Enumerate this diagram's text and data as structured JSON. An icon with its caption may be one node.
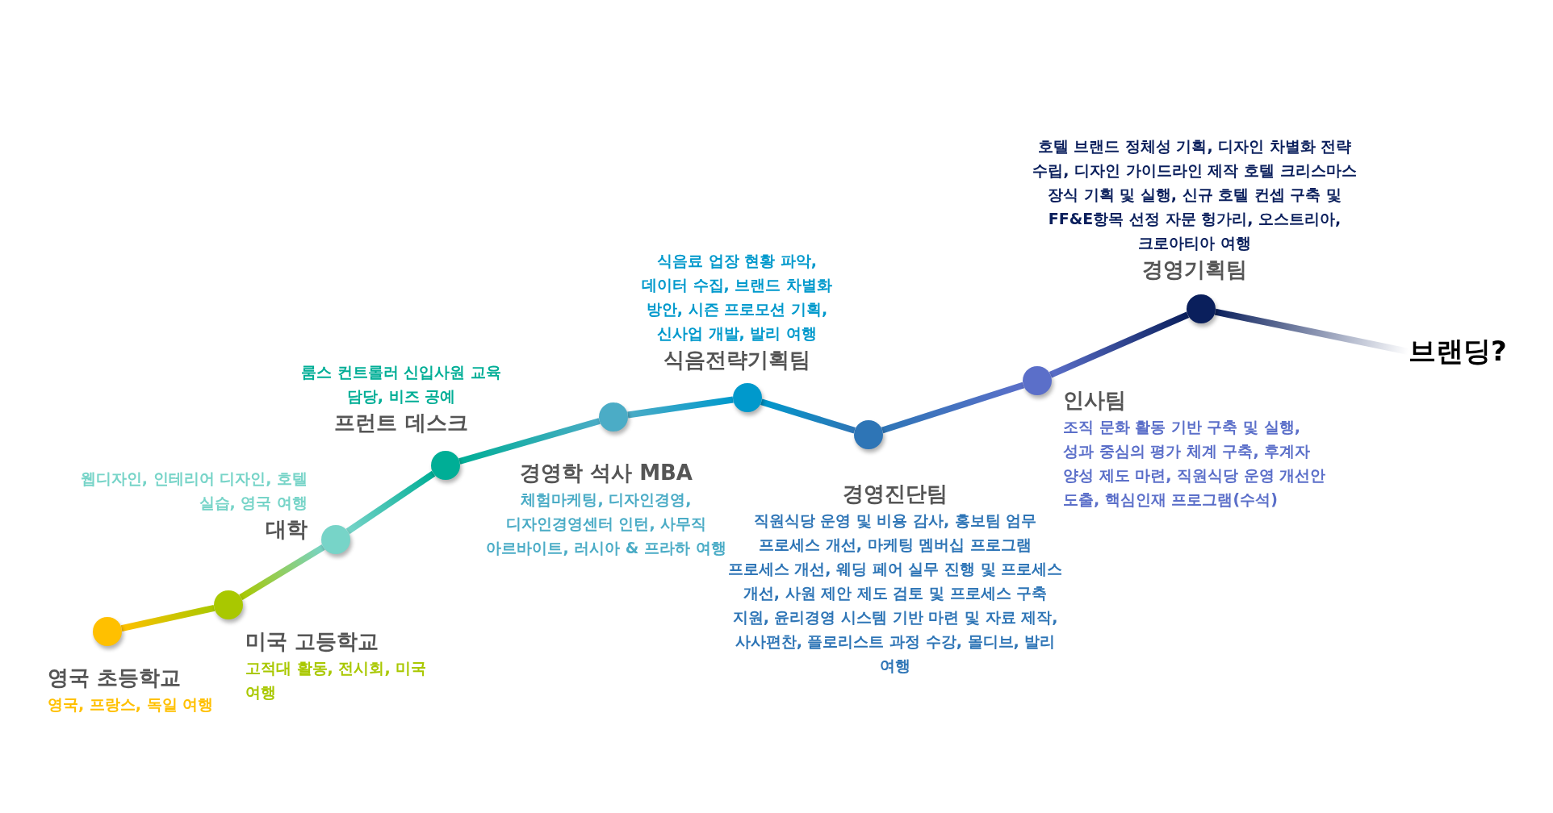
{
  "diagram": {
    "nodes": [
      {
        "text": [],
        "shape": "circle",
        "beside": [
          "영국 초등학교",
          "영국, 프랑스, 독일 여행"
        ]
      },
      {
        "text": [],
        "shape": "circle",
        "beside": [
          "미국 고등학교",
          "고적대 활동, 전시회, 미국 여행"
        ]
      },
      {
        "text": [],
        "shape": "circle",
        "beside": [
          "대학",
          "웹디자인, 인테리어 디자인, 호텔 실습, 영국 여행"
        ]
      },
      {
        "text": [],
        "shape": "circle",
        "beside": [
          "프런트 데스크",
          "룸스 컨트롤러 신입사원 교육 담당, 비즈 공예"
        ]
      },
      {
        "text": [],
        "shape": "circle",
        "beside": [
          "경영학 석사 MBA",
          "체험마케팅, 디자인경영, 디자인경영센터 인턴, 사무직 아르바이트, 러시아 & 프라하 여행"
        ]
      },
      {
        "text": [],
        "shape": "circle",
        "beside": [
          "식음전략기획팀",
          "식음료 업장 현황 파악, 데이터 수집, 브랜드 차별화 방안, 시즌 프로모션 기획, 신사업 개발, 발리 여행"
        ]
      },
      {
        "text": [],
        "shape": "circle",
        "beside": [
          "경영진단팀",
          "직원식당 운영 및 비용 감사, 홍보팀 엄무 프로세스 개선, 마케팅 멤버십 프로그램 프로세스 개선, 웨딩 페어 실무 진행 및 프로세스 개선, 사원 제안 제도 검토 및 프로세스 구축 지원, 윤리경영 시스템 기반 마련 및 자료 제작, 사사편찬, 플로리스트 과정 수강, 몰디브, 발리 여행"
        ]
      },
      {
        "text": [],
        "shape": "circle",
        "beside": [
          "인사팀",
          "조직 문화 활동 기반 구축 및 실행, 성과 중심의 평가 체계 구축, 후계자 양성 제도 마련, 직원식당 운영 개선안 도출, 핵심인재 프로그램(수석)"
        ]
      },
      {
        "text": [],
        "shape": "circle",
        "beside": [
          "경영기획팀",
          "호텔 브랜드 정체성 기획, 디자인 차별화 전략 수립, 디자인 가이드라인 제작 호텔 크리스마스 장식 기획 및 실행, 신규 호텔 컨셉 구축 및 FF&E항목 선정 자문 헝가리, 오스트리아, 크로아티아 여행"
        ]
      },
      {
        "text": [
          "브랜딩?"
        ]
      }
    ],
    "edges": [
      {
        "from": 0,
        "to": 1,
        "arrow": "none"
      },
      {
        "from": 1,
        "to": 2,
        "arrow": "none"
      },
      {
        "from": 2,
        "to": 3,
        "arrow": "none"
      },
      {
        "from": 3,
        "to": 4,
        "arrow": "none"
      },
      {
        "from": 4,
        "to": 5,
        "arrow": "none"
      },
      {
        "from": 5,
        "to": 6,
        "arrow": "none"
      },
      {
        "from": 6,
        "to": 7,
        "arrow": "none"
      },
      {
        "from": 7,
        "to": 8,
        "arrow": "none"
      },
      {
        "from": 8,
        "to": 9,
        "arrow": "none"
      }
    ]
  }
}
